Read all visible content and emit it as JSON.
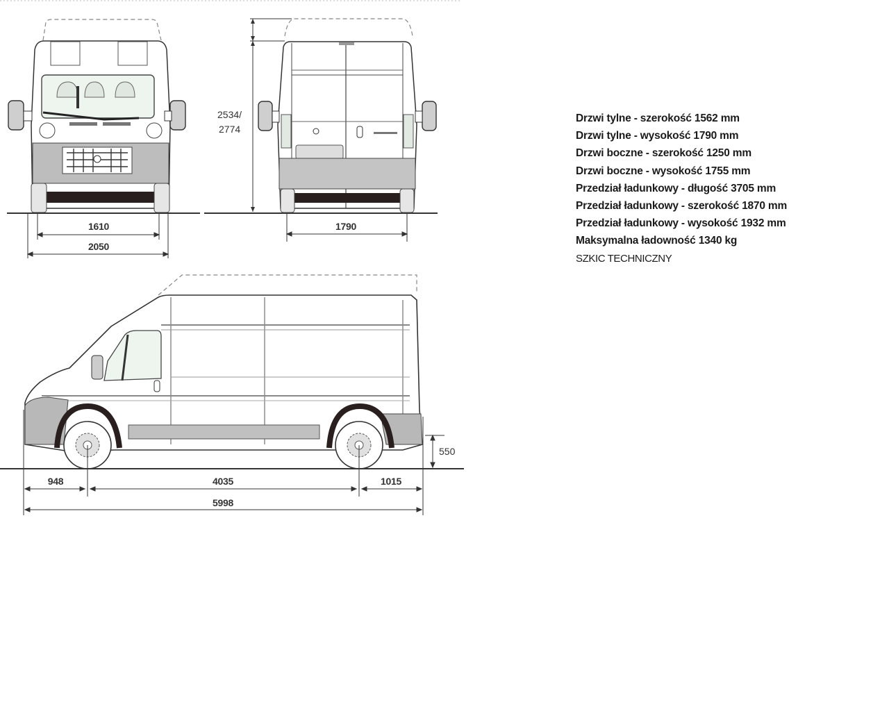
{
  "front_view": {
    "track_width": "1610",
    "overall_width": "2050"
  },
  "rear_view": {
    "height_label_line1": "2534/",
    "height_label_line2": "2774",
    "rear_track_width": "1790"
  },
  "side_view": {
    "front_overhang": "948",
    "wheelbase": "4035",
    "rear_overhang": "1015",
    "overall_length": "5998",
    "load_sill_height": "550"
  },
  "specs": [
    {
      "label": "Drzwi tylne - ",
      "value": "szerokość 1562 mm"
    },
    {
      "label": "Drzwi tylne - ",
      "value": "wysokość 1790 mm"
    },
    {
      "label": "Drzwi boczne - ",
      "value": "szerokość 1250 mm"
    },
    {
      "label": "Drzwi boczne - ",
      "value": "wysokość 1755 mm"
    },
    {
      "label": "Przedział ładunkowy - ",
      "value": "długość 3705 mm"
    },
    {
      "label": "Przedział ładunkowy - ",
      "value": "szerokość 1870 mm"
    },
    {
      "label": "Przedział ładunkowy - ",
      "value": "wysokość 1932 mm"
    },
    {
      "label": "Maksymalna ładowność ",
      "value": "1340 kg"
    }
  ],
  "caption": "SZKIC TECHNICZNY",
  "colors": {
    "line": "#333333",
    "panel_gray": "#b8b8b8",
    "dark": "#2a1f1f",
    "glass_tint": "#e6efe6"
  }
}
